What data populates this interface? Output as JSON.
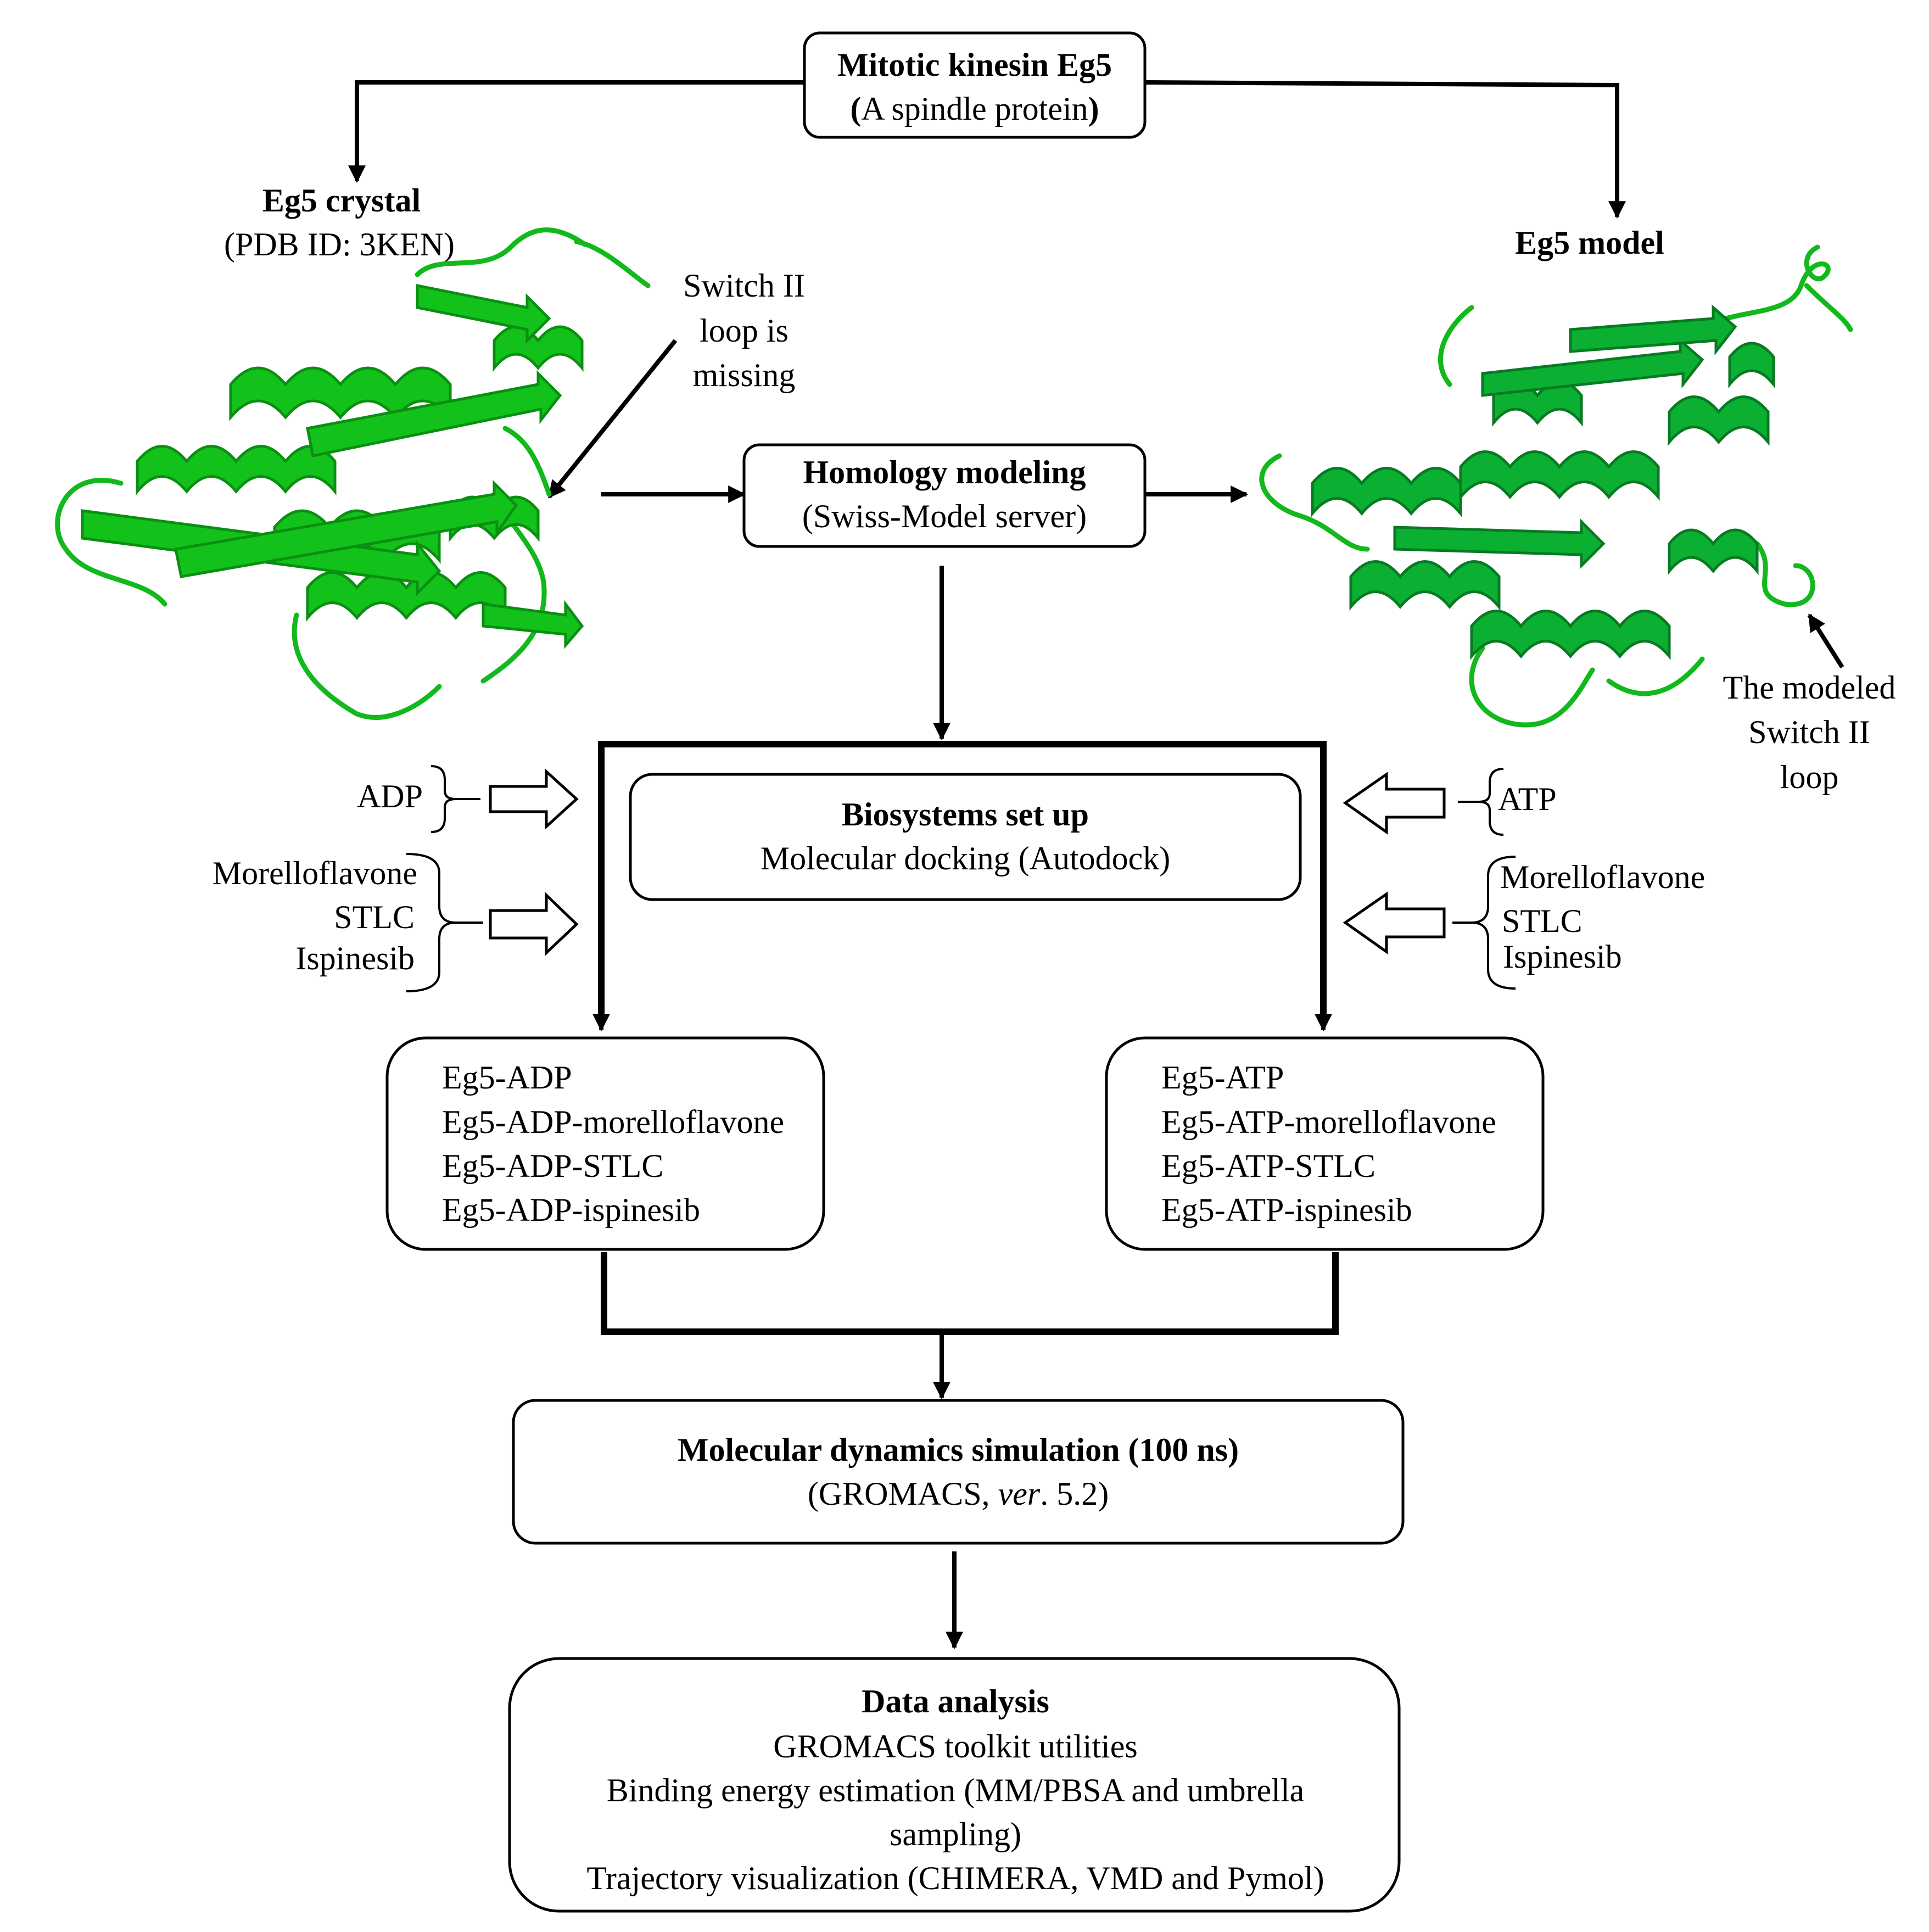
{
  "top": {
    "title": "Mitotic kinesin Eg5",
    "subtitle": "A spindle protein"
  },
  "crystal": {
    "title": "Eg5 crystal",
    "subtitle": "(PDB ID: 3KEN)",
    "note": [
      "Switch II",
      "loop is",
      "missing"
    ],
    "colors": {
      "fill": "#12c21a",
      "stroke": "#0a8f12"
    }
  },
  "model": {
    "title": "Eg5 model",
    "note": [
      "The modeled",
      "Switch II",
      "loop"
    ],
    "colors": {
      "fill": "#0bb032",
      "stroke": "#087a22"
    }
  },
  "homology": {
    "title": "Homology modeling",
    "subtitle": "(Swiss-Model server)"
  },
  "setup": {
    "title": "Biosystems set up",
    "subtitle": "Molecular docking (Autodock)"
  },
  "left_inputs": {
    "nucleotide": "ADP",
    "ligands": [
      "Morelloflavone",
      "STLC",
      "Ispinesib"
    ]
  },
  "right_inputs": {
    "nucleotide": "ATP",
    "ligands": [
      "Morelloflavone",
      "STLC",
      "Ispinesib"
    ]
  },
  "adp_systems": [
    "Eg5-ADP",
    "Eg5-ADP-morelloflavone",
    "Eg5-ADP-STLC",
    "Eg5-ADP-ispinesib"
  ],
  "atp_systems": [
    "Eg5-ATP",
    "Eg5-ATP-morelloflavone",
    "Eg5-ATP-STLC",
    "Eg5-ATP-ispinesib"
  ],
  "md": {
    "title": "Molecular dynamics simulation (100 ns)",
    "subtitle_prefix": "(GROMACS, ",
    "subtitle_italic": "ver",
    "subtitle_suffix": ". 5.2)"
  },
  "analysis": {
    "title": "Data analysis",
    "lines": [
      "GROMACS toolkit utilities",
      "Binding energy estimation (MM/PBSA and umbrella",
      "sampling)",
      "Trajectory visualization (CHIMERA, VMD and Pymol)"
    ]
  }
}
